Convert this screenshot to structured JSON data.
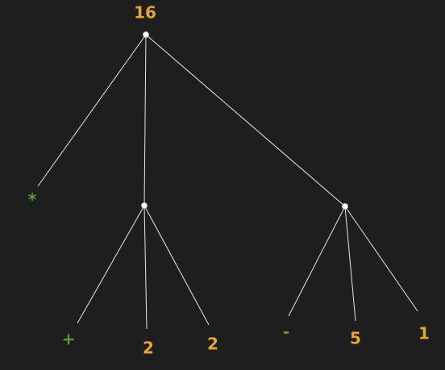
{
  "tree": {
    "root": {
      "value": "16"
    },
    "children": [
      {
        "kind": "op",
        "label": "*"
      },
      {
        "kind": "node",
        "children": [
          {
            "kind": "op",
            "label": "+"
          },
          {
            "kind": "value",
            "label": "2"
          },
          {
            "kind": "value",
            "label": "2"
          }
        ]
      },
      {
        "kind": "node",
        "children": [
          {
            "kind": "op",
            "label": "-"
          },
          {
            "kind": "value",
            "label": "5"
          },
          {
            "kind": "value",
            "label": "1"
          }
        ]
      }
    ]
  },
  "colors": {
    "background": "#1e1e1e",
    "edge": "#e8e8e8",
    "value_label": "#e8a531",
    "operator_label": "#5a9e2e",
    "node_dot": "#ffffff"
  }
}
